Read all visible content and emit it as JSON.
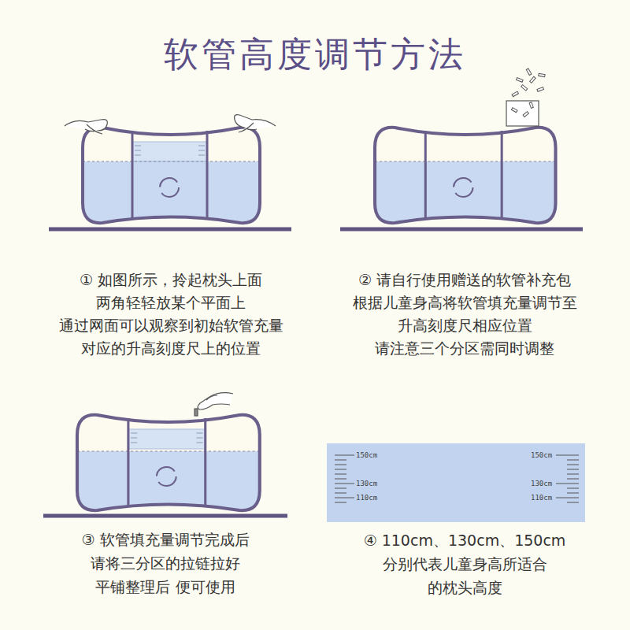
{
  "diagram": {
    "title": "软管高度调节方法",
    "nodes": [
      {
        "text": [
          "150cm",
          "130cm",
          "110cm",
          "150cm",
          "130cm",
          "110cm"
        ]
      }
    ],
    "labels": [
      "① 如图所示，拎起枕头上面",
      "两角轻轻放某个平面上",
      "通过网面可以观察到初始软管充量",
      "对应的升高刻度尺上的位置",
      "② 请自行使用赠送的软管补充包",
      "根据儿童身高将软管填充量调节至",
      "升高刻度尺相应位置",
      "请注意三个分区需同时调整",
      "③ 软管填充量调节完成后",
      "请将三分区的拉链拉好",
      "平铺整理后 便可使用",
      "④ 110cm、130cm、150cm",
      "分别代表儿童身高所适合",
      "的枕头高度"
    ]
  }
}
